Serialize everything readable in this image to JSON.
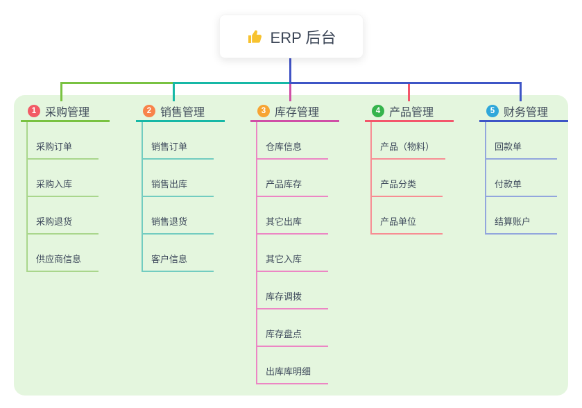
{
  "root": {
    "icon": "thumbs-up",
    "icon_color": "#f7c22f",
    "title": "ERP 后台"
  },
  "panel": {
    "background": "#e4f6de"
  },
  "connectors": {
    "stem_color": "#4153c5"
  },
  "branches": [
    {
      "index": "1",
      "label": "采购管理",
      "badge_color": "#f25b66",
      "line_color": "#79c241",
      "light_color": "#a9d68c",
      "children": [
        "采购订单",
        "采购入库",
        "采购退货",
        "供应商信息"
      ]
    },
    {
      "index": "2",
      "label": "销售管理",
      "badge_color": "#f8834a",
      "line_color": "#16b8a6",
      "light_color": "#72ccc0",
      "children": [
        "销售订单",
        "销售出库",
        "销售退货",
        "客户信息"
      ]
    },
    {
      "index": "3",
      "label": "库存管理",
      "badge_color": "#f7a433",
      "line_color": "#cf4fa6",
      "light_color": "#ec86c4",
      "children": [
        "仓库信息",
        "产品库存",
        "其它出库",
        "其它入库",
        "库存调拨",
        "库存盘点",
        "出库库明细"
      ]
    },
    {
      "index": "4",
      "label": "产品管理",
      "badge_color": "#35b44c",
      "line_color": "#f3566b",
      "light_color": "#f78d93",
      "children": [
        "产品（物料）",
        "产品分类",
        "产品单位"
      ]
    },
    {
      "index": "5",
      "label": "财务管理",
      "badge_color": "#2fa7da",
      "line_color": "#3e55c6",
      "light_color": "#92a6dd",
      "children": [
        "回款单",
        "付款单",
        "结算账户"
      ]
    }
  ]
}
